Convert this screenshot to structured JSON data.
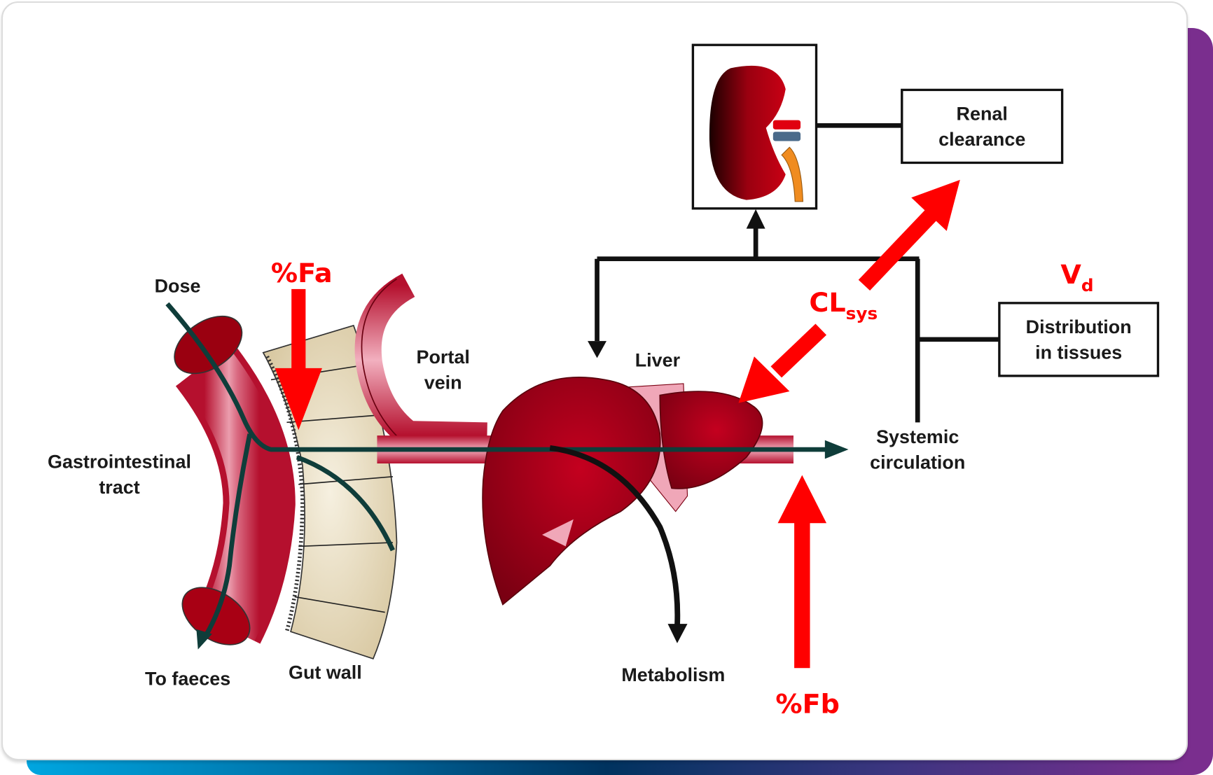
{
  "colors": {
    "annotation_red": "#ff0000",
    "flow_line": "#0f3d3a",
    "organ_red": "#a8001c",
    "gut_wall": "#e8dcc0",
    "frame_purple": "#7a2e8e",
    "frame_gradient_start": "#00a6e0",
    "frame_gradient_mid": "#00335f"
  },
  "labels": {
    "dose": "Dose",
    "gi_tract_line1": "Gastrointestinal",
    "gi_tract_line2": "tract",
    "to_faeces": "To faeces",
    "gut_wall": "Gut wall",
    "portal_vein_line1": "Portal",
    "portal_vein_line2": "vein",
    "liver": "Liver",
    "metabolism": "Metabolism",
    "systemic_line1": "Systemic",
    "systemic_line2": "circulation",
    "renal_line1": "Renal",
    "renal_line2": "clearance",
    "distribution_line1": "Distribution",
    "distribution_line2": "in tissues"
  },
  "annotations": {
    "fa": "%Fa",
    "fb": "%Fb",
    "cl_main": "CL",
    "cl_sub": "sys",
    "vd_main": "V",
    "vd_sub": "d"
  },
  "icons": {
    "kidney": "kidney-icon",
    "liver": "liver-icon",
    "intestine": "intestine-icon",
    "gut_wall": "gut-wall-icon",
    "portal_vein": "portal-vein-icon"
  }
}
